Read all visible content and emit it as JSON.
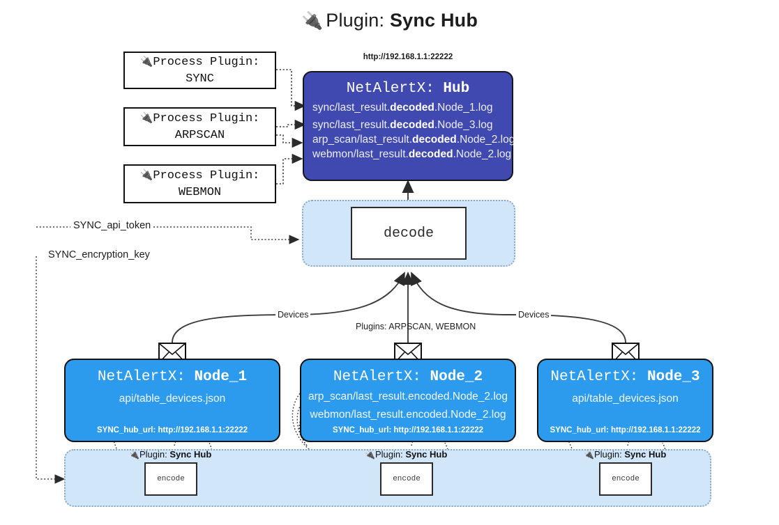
{
  "page": {
    "title_plug_icon": "plug-icon",
    "title_prefix": "Plugin: ",
    "title_name": "Sync Hub"
  },
  "process_plugins": [
    {
      "icon": "plug-icon",
      "line1": "Process Plugin:",
      "line2": "SYNC"
    },
    {
      "icon": "plug-icon",
      "line1": "Process Plugin:",
      "line2": "ARPSCAN"
    },
    {
      "icon": "plug-icon",
      "line1": "Process Plugin:",
      "line2": "WEBMON"
    }
  ],
  "hub": {
    "url": "http://192.168.1.1:22222",
    "title_prefix": "NetAlertX: ",
    "title_name": "Hub",
    "logs": [
      {
        "pre": "sync/last_result.",
        "mid": "decoded",
        "post": ".Node_1.log"
      },
      {
        "pre": "sync/last_result.",
        "mid": "decoded",
        "post": ".Node_3.log"
      },
      {
        "pre": "arp_scan/last_result.",
        "mid": "decoded",
        "post": ".Node_2.log"
      },
      {
        "pre": "webmon/last_result.",
        "mid": "decoded",
        "post": ".Node_2.log"
      }
    ]
  },
  "decode": {
    "label": "decode"
  },
  "secrets": {
    "api_token": "SYNC_api_token",
    "encryption_key": "SYNC_encryption_key"
  },
  "edge_labels": {
    "devices_left": "Devices",
    "devices_right": "Devices",
    "plugins_center": "Plugins: ARPSCAN, WEBMON"
  },
  "nodes": [
    {
      "title_prefix": "NetAlertX: ",
      "title_name": "Node_1",
      "lines": [
        "api/table_devices.json"
      ],
      "footer": "SYNC_hub_url: http://192.168.1.1:22222",
      "envelope_icon": "envelope-icon"
    },
    {
      "title_prefix": "NetAlertX: ",
      "title_name": "Node_2",
      "lines": [
        "arp_scan/last_result.encoded.Node_2.log",
        "webmon/last_result.encoded.Node_2.log"
      ],
      "footer": "SYNC_hub_url: http://192.168.1.1:22222",
      "envelope_icon": "envelope-icon"
    },
    {
      "title_prefix": "NetAlertX: ",
      "title_name": "Node_3",
      "lines": [
        "api/table_devices.json"
      ],
      "footer": "SYNC_hub_url: http://192.168.1.1:22222",
      "envelope_icon": "envelope-icon"
    }
  ],
  "encoders": [
    {
      "plugin_prefix": "Plugin: ",
      "plugin_name": "Sync Hub",
      "label": "encode",
      "icon": "plug-icon"
    },
    {
      "plugin_prefix": "Plugin: ",
      "plugin_name": "Sync Hub",
      "label": "encode",
      "icon": "plug-icon"
    },
    {
      "plugin_prefix": "Plugin: ",
      "plugin_name": "Sync Hub",
      "label": "encode",
      "icon": "plug-icon"
    }
  ],
  "colors": {
    "hub_fill": "#4049b0",
    "node_fill": "#2c9bee",
    "container_fill": "#d2e6fa",
    "container_border": "#8aa8bf",
    "stroke": "#111111"
  }
}
